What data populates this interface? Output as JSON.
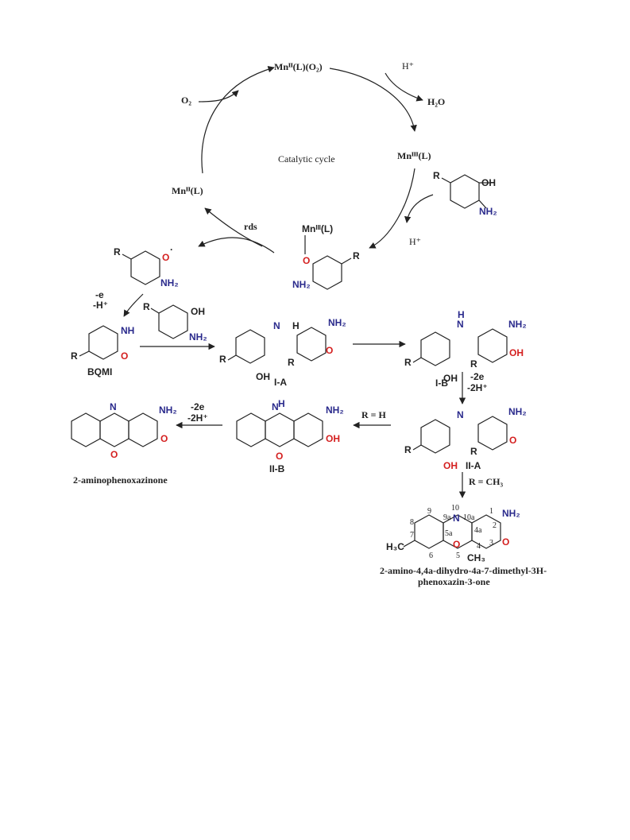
{
  "colors": {
    "ink": "#222222",
    "nitrogen": "#2a2a8c",
    "oxygen": "#d42020"
  },
  "cycle": {
    "top": "Mnᴵᴵ(L)(O₂)",
    "right": "Mnᴵᴵᴵ(L)",
    "left": "Mnᴵᴵ(L)",
    "center": "Catalytic cycle",
    "o2": "O₂",
    "h_plus_top": "H⁺",
    "h2o": "H₂O",
    "h_plus_low": "H⁺",
    "rds": "rds",
    "complex_mn": "Mnᴵᴵᴵ(L)"
  },
  "atoms": {
    "R": "R",
    "O": "O",
    "OH": "OH",
    "NH": "NH",
    "NH2": "NH₂",
    "N": "N",
    "H": "H",
    "H3C": "H₃C",
    "CH3": "CH₃",
    "dot": "·"
  },
  "steps": {
    "oxidation1_a": "-e",
    "oxidation1_b": "-H⁺",
    "oxidation2_a": "-2e",
    "oxidation2_b": "-2H⁺",
    "oxidation3_a": "-2e",
    "oxidation3_b": "-2H⁺",
    "r_h": "R = H",
    "r_ch3": "R = CH₃"
  },
  "labels": {
    "bqmi": "BQMI",
    "ia": "I-A",
    "ib": "I-B",
    "iia": "II-A",
    "iib": "II-B",
    "product1": "2-aminophenoxazinone",
    "product2_line1": "2-amino-4,4a-dihydro-4a-7-dimethyl-3H-",
    "product2_line2": "phenoxazin-3-one"
  },
  "numbering": [
    "10",
    "1",
    "2",
    "3",
    "4",
    "4a",
    "10a",
    "9a",
    "9",
    "8",
    "7",
    "6",
    "5a",
    "5"
  ]
}
